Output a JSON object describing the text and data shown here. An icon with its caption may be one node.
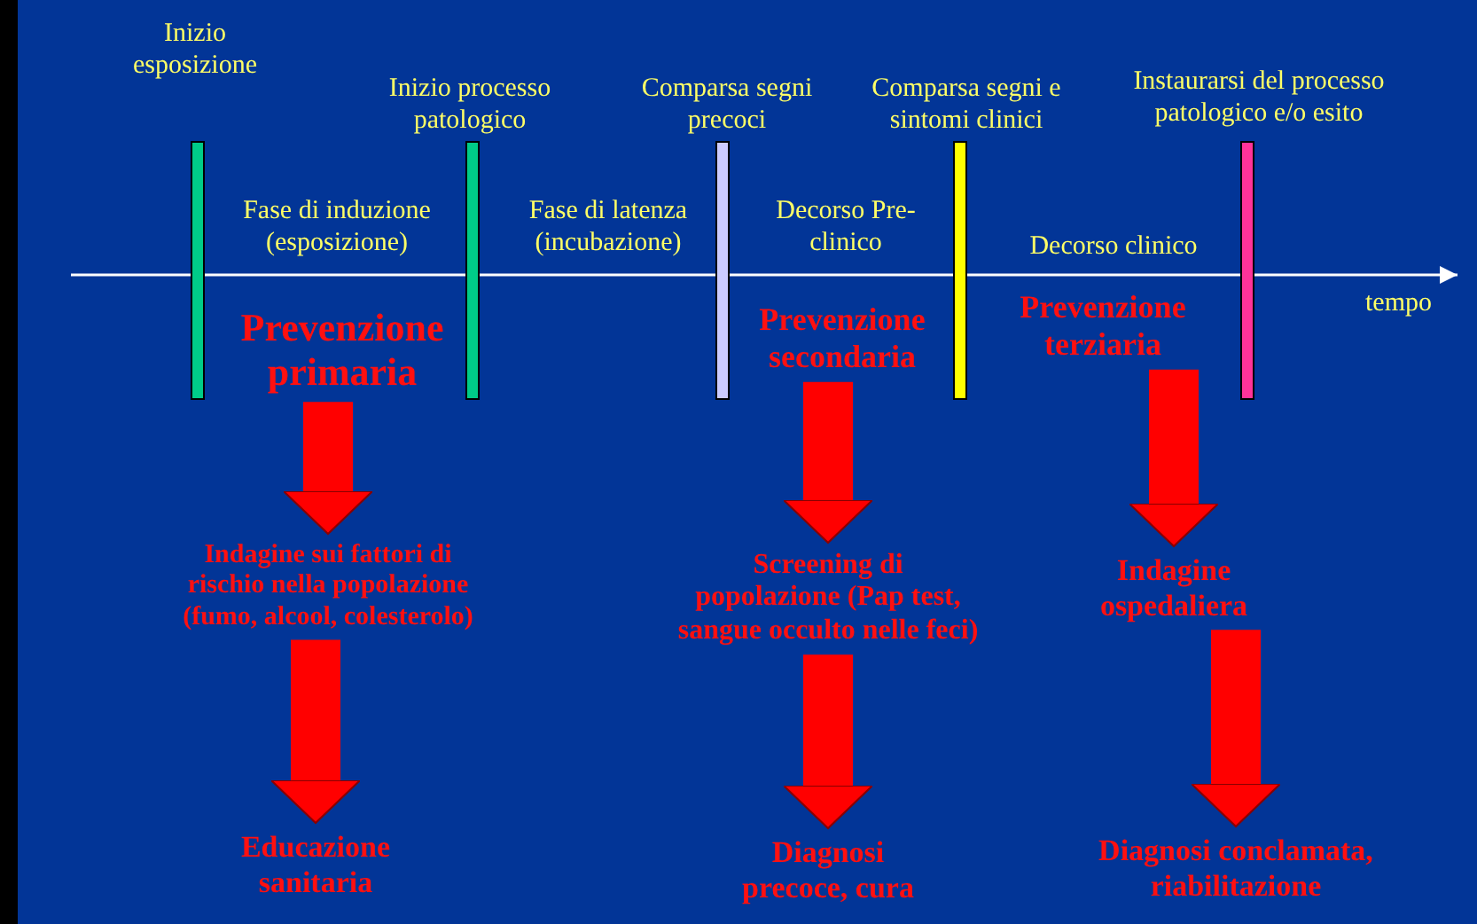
{
  "diagram": {
    "nodes": [
      {
        "text": [
          "Prevenzione primaria"
        ]
      },
      {
        "text": [
          "Indagine sui fattori di rischio nella popolazione (fumo, alcool, colesterolo)"
        ]
      },
      {
        "text": [
          "Educazione sanitaria"
        ]
      },
      {
        "text": [
          "Prevenzione secondaria"
        ]
      },
      {
        "text": [
          "Screening di popolazione (Pap test, sangue occulto nelle feci)"
        ]
      },
      {
        "text": [
          "Diagnosi precoce, cura"
        ]
      },
      {
        "text": [
          "Prevenzione terziaria"
        ]
      },
      {
        "text": [
          "Indagine ospedaliera"
        ]
      },
      {
        "text": [
          "Diagnosi conclamata, riabilitazione"
        ]
      }
    ],
    "edges": [
      {
        "from": 0,
        "to": 1,
        "arrow": "to"
      },
      {
        "from": 1,
        "to": 2,
        "arrow": "to"
      },
      {
        "from": 3,
        "to": 4,
        "arrow": "to"
      },
      {
        "from": 4,
        "to": 5,
        "arrow": "to"
      },
      {
        "from": 6,
        "to": 7,
        "arrow": "to"
      },
      {
        "from": 7,
        "to": 8,
        "arrow": "to"
      }
    ],
    "labels": [
      "Inizio esposizione",
      "Inizio processo patologico",
      "Comparsa segni precoci",
      "Comparsa segni e sintomi clinici",
      "Instaurarsi del processo patologico e/o esito",
      "Fase di induzione (esposizione)",
      "Fase di latenza (incubazione)",
      "Decorso Pre-clinico",
      "Decorso clinico",
      "tempo"
    ]
  }
}
